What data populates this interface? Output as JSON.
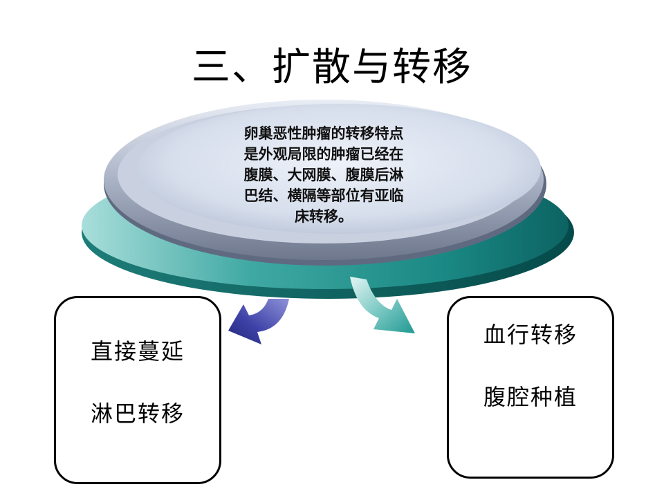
{
  "title": "三、扩散与转移",
  "disc": {
    "lines": [
      "卵巢恶性肿瘤的转移特点",
      "是外观局限的肿瘤已经在",
      "腹膜、大网膜、腹膜后淋",
      "巴结、横隔等部位有亚临",
      "床转移。"
    ]
  },
  "left_box": {
    "items": [
      "直接蔓延",
      "淋巴转移"
    ]
  },
  "right_box": {
    "items": [
      "血行转移",
      "腹腔种植"
    ]
  },
  "colors": {
    "teal_dark": "#0f6f6e",
    "teal_mid": "#2a9b96",
    "teal_light": "#9fd8d4",
    "disc_top": "#dfe6f2",
    "disc_rim": "#8a93a8",
    "arrow_left": "#3a3ea0",
    "arrow_right": "#2aa39c"
  }
}
